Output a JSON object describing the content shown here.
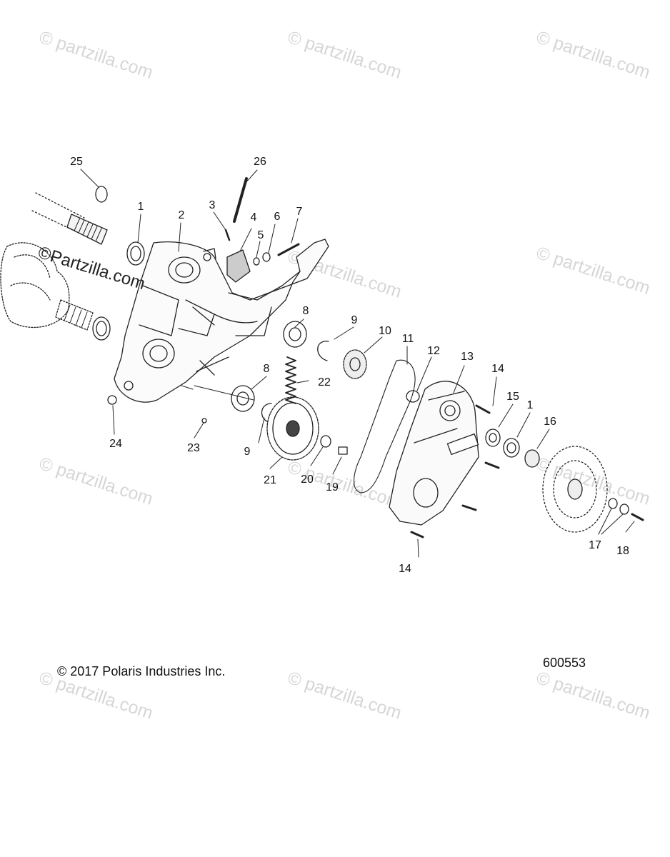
{
  "watermark": {
    "text": "© partzilla.com",
    "diagram_text": "©Partzilla.com"
  },
  "callouts": [
    "1",
    "2",
    "3",
    "4",
    "5",
    "6",
    "7",
    "8",
    "8",
    "9",
    "9",
    "10",
    "11",
    "12",
    "13",
    "14",
    "14",
    "15",
    "1",
    "16",
    "17",
    "18",
    "19",
    "20",
    "21",
    "22",
    "23",
    "24",
    "25",
    "26"
  ],
  "footer": {
    "copyright": "© 2017 Polaris Industries Inc.",
    "figure_id": "600553"
  },
  "colors": {
    "line": "#222222",
    "watermark": "#d6d6d6",
    "background": "#ffffff"
  }
}
